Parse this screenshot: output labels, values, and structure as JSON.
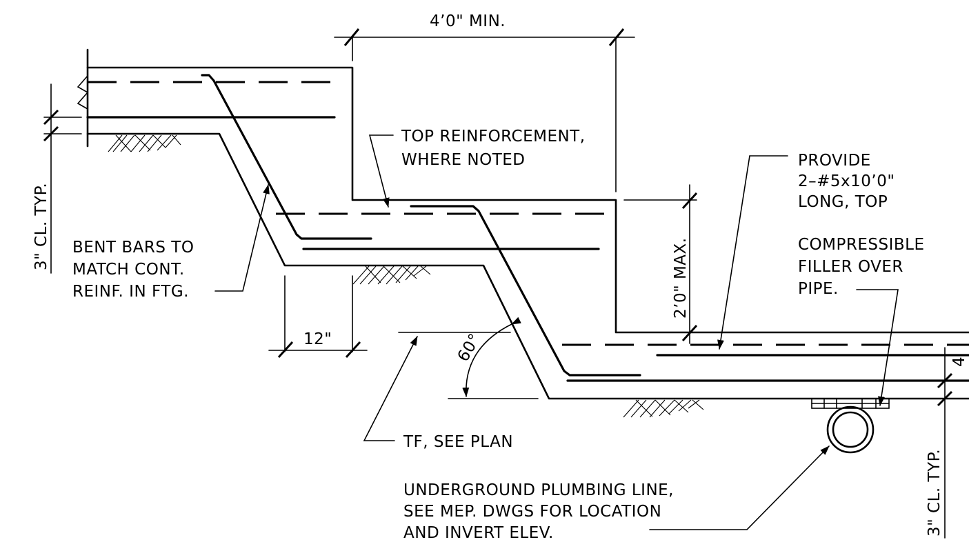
{
  "dimensions": {
    "min_width": "4’0\" MIN.",
    "max_height": "2’0\" MAX.",
    "slope_length": "12\"",
    "angle": "60°",
    "cover_left": "3\" CL. TYP.",
    "cover_right": "3\" CL. TYP."
  },
  "notes": {
    "top_reinf_1": "TOP REINFORCEMENT,",
    "top_reinf_2": "WHERE NOTED",
    "provide_1": "PROVIDE",
    "provide_2": "2–#5x10’0\"",
    "provide_3": "LONG, TOP",
    "filler_1": "COMPRESSIBLE",
    "filler_2": "FILLER OVER",
    "filler_3": "PIPE.",
    "bent_1": "BENT BARS TO",
    "bent_2": "MATCH CONT.",
    "bent_3": "REINF. IN FTG.",
    "tf": "TF, SEE PLAN",
    "plumb_1": "UNDERGROUND PLUMBING LINE,",
    "plumb_2": "SEE MEP. DWGS FOR LOCATION",
    "plumb_3": "AND INVERT ELEV."
  }
}
